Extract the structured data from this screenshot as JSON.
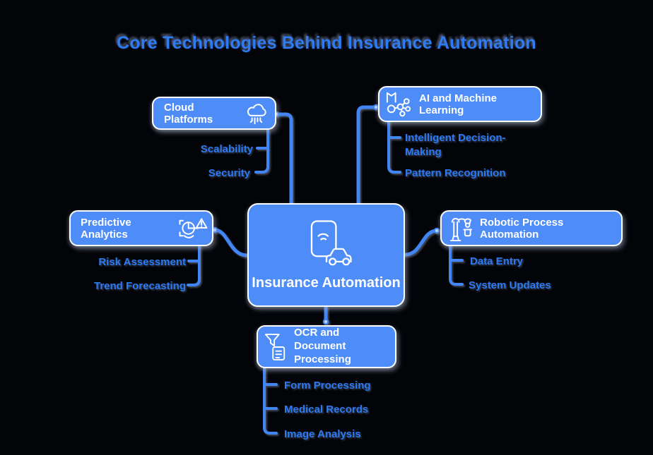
{
  "title": "Core Technologies Behind Insurance Automation",
  "center": {
    "label": "Insurance Automation",
    "icon": "phone-car-icon"
  },
  "branches": [
    {
      "label": "Cloud Platforms",
      "icon": "cloud-computing-icon",
      "children": [
        "Scalability",
        "Security"
      ]
    },
    {
      "label": "AI and Machine Learning",
      "icon": "ai-network-icon",
      "children": [
        "Intelligent Decision-Making",
        "Pattern Recognition"
      ]
    },
    {
      "label": "Predictive Analytics",
      "icon": "risk-analytics-icon",
      "children": [
        "Risk Assessment",
        "Trend Forecasting"
      ]
    },
    {
      "label": "Robotic Process Automation",
      "icon": "robot-arm-icon",
      "children": [
        "Data Entry",
        "System Updates"
      ]
    },
    {
      "label": "OCR and Document Processing",
      "icon": "funnel-document-icon",
      "children": [
        "Form Processing",
        "Medical Records",
        "Image Analysis"
      ]
    }
  ],
  "colors": {
    "background": "#030408",
    "node_fill": "#4e8cf7",
    "node_border": "#ffffff",
    "node_text": "#ffffff",
    "connector": "#4285f4",
    "sublabel_text": "#2c79f4",
    "title_text": "#2f7bf2"
  }
}
